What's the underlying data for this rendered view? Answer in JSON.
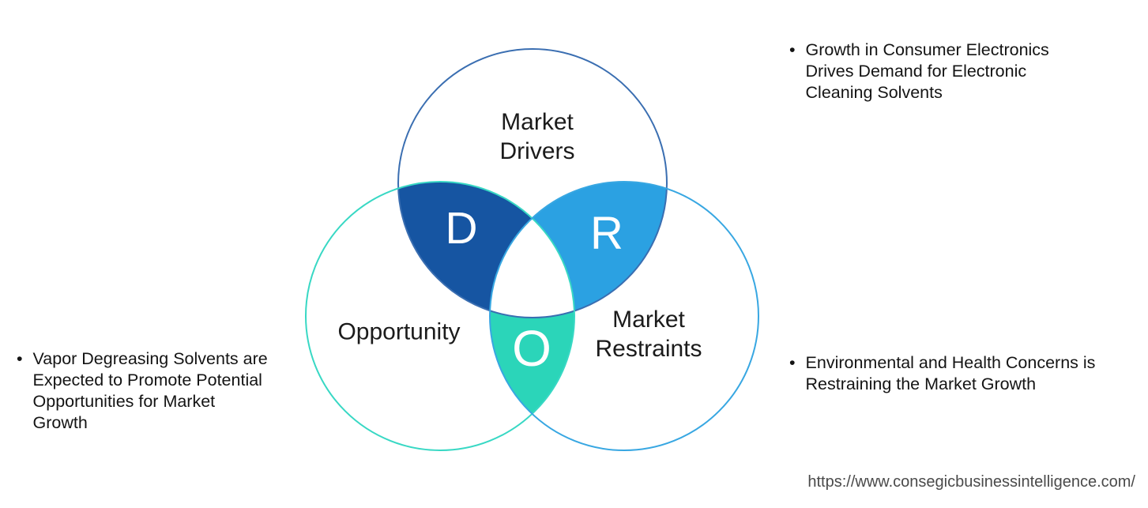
{
  "venn": {
    "drivers": {
      "label": "Market\nDrivers",
      "letter": "D",
      "fill": "#1655A2",
      "stroke": "#3A6EB1"
    },
    "restraints": {
      "label": "Market\nRestraints",
      "letter": "R",
      "fill": "#2BA1E2",
      "stroke": "#38A7E2"
    },
    "opportunity": {
      "label": "Opportunity",
      "letter": "O",
      "fill": "#2BD5B9",
      "stroke": "#38D8C4"
    },
    "center_fill": "#FFFFFF"
  },
  "notes": {
    "drivers": {
      "bullet": "•",
      "text": "Growth in Consumer Electronics\nDrives Demand for Electronic\nCleaning Solvents"
    },
    "restraints": {
      "bullet": "•",
      "text": "Environmental and Health Concerns is\nRestraining the Market Growth"
    },
    "opportunity": {
      "bullet": "•",
      "text": "Vapor Degreasing Solvents are\nExpected to Promote Potential\nOpportunities for Market\nGrowth"
    }
  },
  "footer": {
    "url": "https://www.consegicbusinessintelligence.com/"
  }
}
